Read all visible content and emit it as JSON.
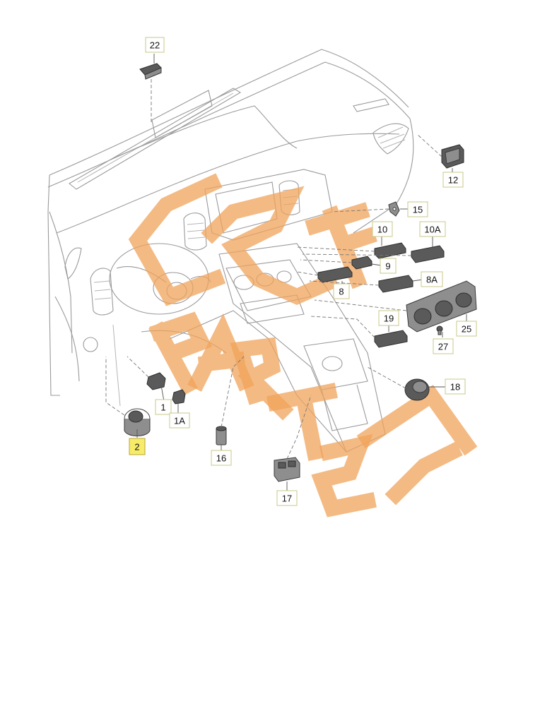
{
  "diagram": {
    "callouts": [
      {
        "id": "c22",
        "label": "22",
        "highlighted": false
      },
      {
        "id": "c12",
        "label": "12",
        "highlighted": false
      },
      {
        "id": "c15",
        "label": "15",
        "highlighted": false
      },
      {
        "id": "c10",
        "label": "10",
        "highlighted": false
      },
      {
        "id": "c10A",
        "label": "10A",
        "highlighted": false
      },
      {
        "id": "c9",
        "label": "9",
        "highlighted": false
      },
      {
        "id": "c8",
        "label": "8",
        "highlighted": false
      },
      {
        "id": "c8A",
        "label": "8A",
        "highlighted": false
      },
      {
        "id": "c19",
        "label": "19",
        "highlighted": false
      },
      {
        "id": "c25",
        "label": "25",
        "highlighted": false
      },
      {
        "id": "c27",
        "label": "27",
        "highlighted": false
      },
      {
        "id": "c18",
        "label": "18",
        "highlighted": false
      },
      {
        "id": "c1",
        "label": "1",
        "highlighted": false
      },
      {
        "id": "c1A",
        "label": "1A",
        "highlighted": false
      },
      {
        "id": "c2",
        "label": "2",
        "highlighted": true
      },
      {
        "id": "c16",
        "label": "16",
        "highlighted": false
      },
      {
        "id": "c17",
        "label": "17",
        "highlighted": false
      }
    ],
    "highlight_color": "#f7ec6a",
    "watermark": {
      "text": "GSF PARTS",
      "color": "#f0a35a"
    }
  }
}
